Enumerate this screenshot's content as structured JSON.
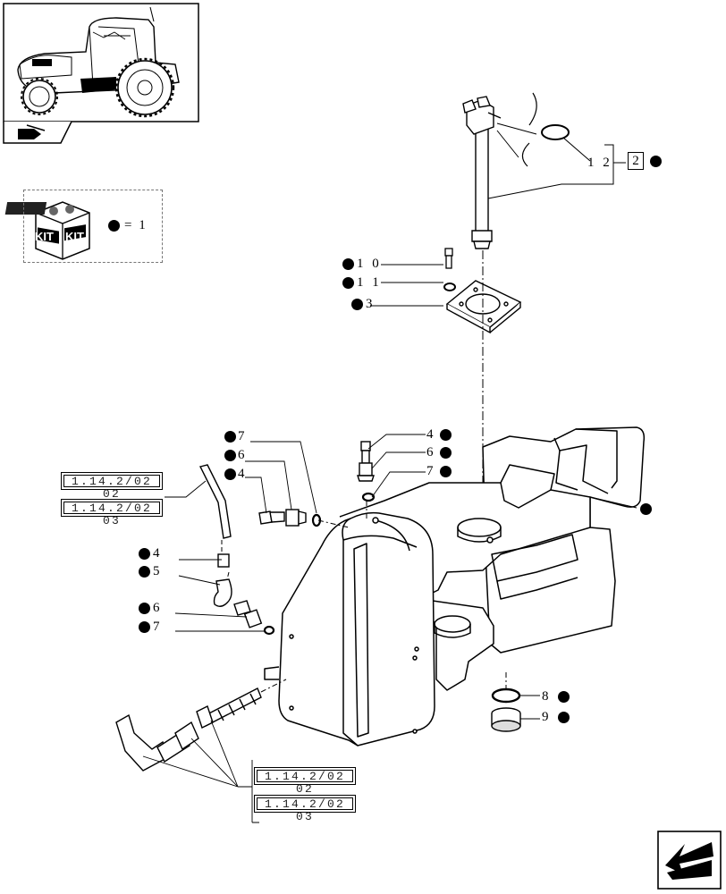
{
  "title_tab": {
    "icon": "book-arrow-icon"
  },
  "kit_legend": {
    "kit_word_left": "KIT",
    "kit_word_right": "KIT",
    "equals_text": "= 1"
  },
  "callouts": {
    "c12": "1 2",
    "c2": "2",
    "c10": "1 0",
    "c11": "1 1",
    "c3": "3",
    "c4a": "4",
    "c6a": "6",
    "c7a": "7",
    "c7b": "7",
    "c6b": "6",
    "c4b": "4",
    "c4c": "4",
    "c5": "5",
    "c6c": "6",
    "c7c": "7",
    "c8": "8",
    "c9": "9"
  },
  "references": {
    "top_a": "1.14.2/02 02",
    "top_b": "1.14.2/02 03",
    "bottom_a": "1.14.2/02 02",
    "bottom_b": "1.14.2/02 03"
  },
  "nav": {
    "icon": "next-page-arrow-icon"
  }
}
